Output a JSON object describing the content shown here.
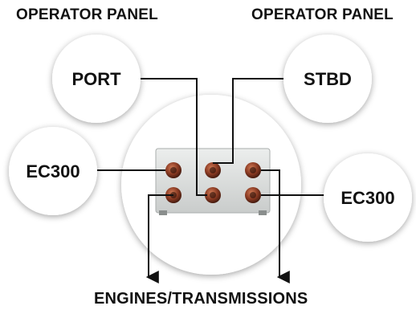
{
  "labels": {
    "top_left": "OPERATOR PANEL",
    "top_right": "OPERATOR PANEL",
    "bottom": "ENGINES/TRANSMISSIONS"
  },
  "nodes": {
    "port": "PORT",
    "stbd": "STBD",
    "ec300_left": "EC300",
    "ec300_right": "EC300"
  },
  "colors": {
    "connector": "#8a3a22",
    "box": "#d8dbda",
    "line": "#111111"
  }
}
